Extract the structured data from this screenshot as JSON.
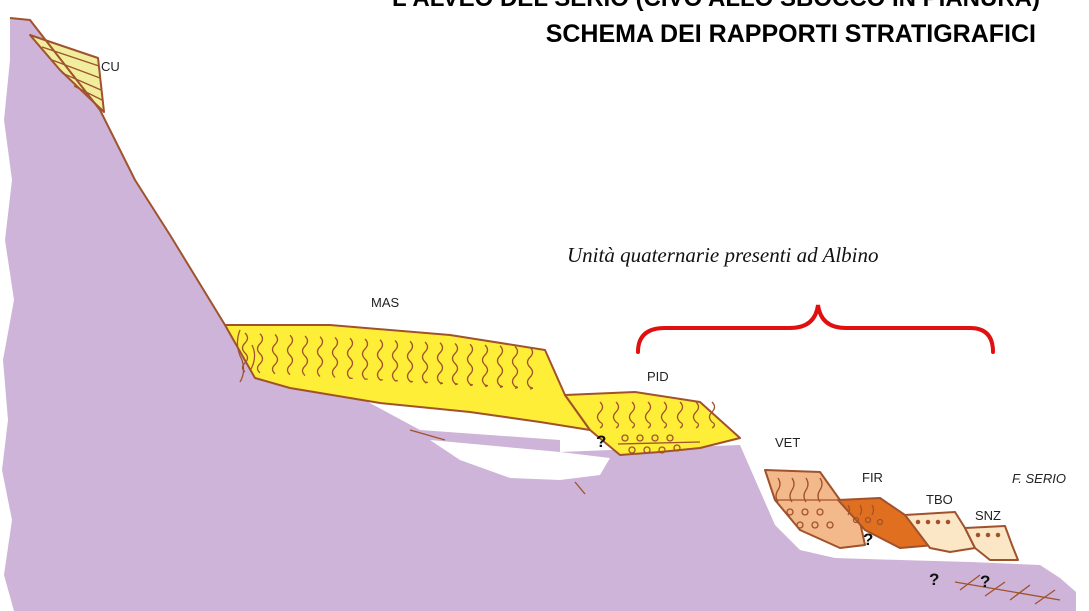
{
  "title": {
    "line1": "L'ALVEO DEL SERIO (CIVO ALLO SBOCCO IN PIANURA)",
    "line2": "SCHEMA DEI RAPPORTI STRATIGRAFICI"
  },
  "annotation": "Unità quaternarie presenti ad Albino",
  "river_label": "F. SERIO",
  "units": {
    "cu": "CU",
    "mas": "MAS",
    "pid": "PID",
    "vet": "VET",
    "fir": "FIR",
    "tbo": "TBO",
    "snz": "SNZ"
  },
  "uncertain_marker": "?",
  "colors": {
    "bedrock": "#cdb4d8",
    "outline": "#a0522d",
    "cu_fill": "#f0ee9c",
    "mas_fill": "#ffee38",
    "pid_fill": "#ffee38",
    "vet_fill": "#f4b98a",
    "fir_fill": "#e07020",
    "tbo_fill": "#fbe6c6",
    "snz_fill": "#fbe6c6",
    "brace": "#e01010"
  }
}
